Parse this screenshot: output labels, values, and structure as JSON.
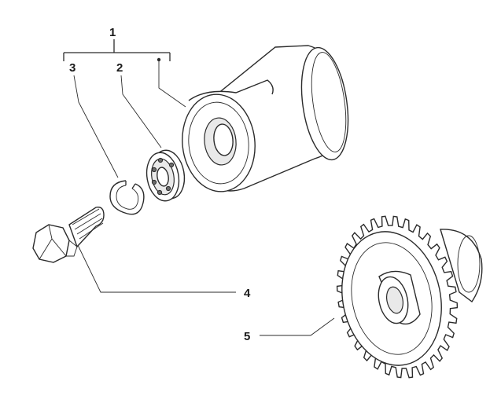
{
  "callouts": {
    "assembly": "1",
    "bearing": "2",
    "circlip": "3",
    "bolt": "4",
    "gear": "5"
  },
  "colors": {
    "line": "#2b2b2b",
    "shade": "#e9e9e9",
    "background": "#ffffff"
  }
}
